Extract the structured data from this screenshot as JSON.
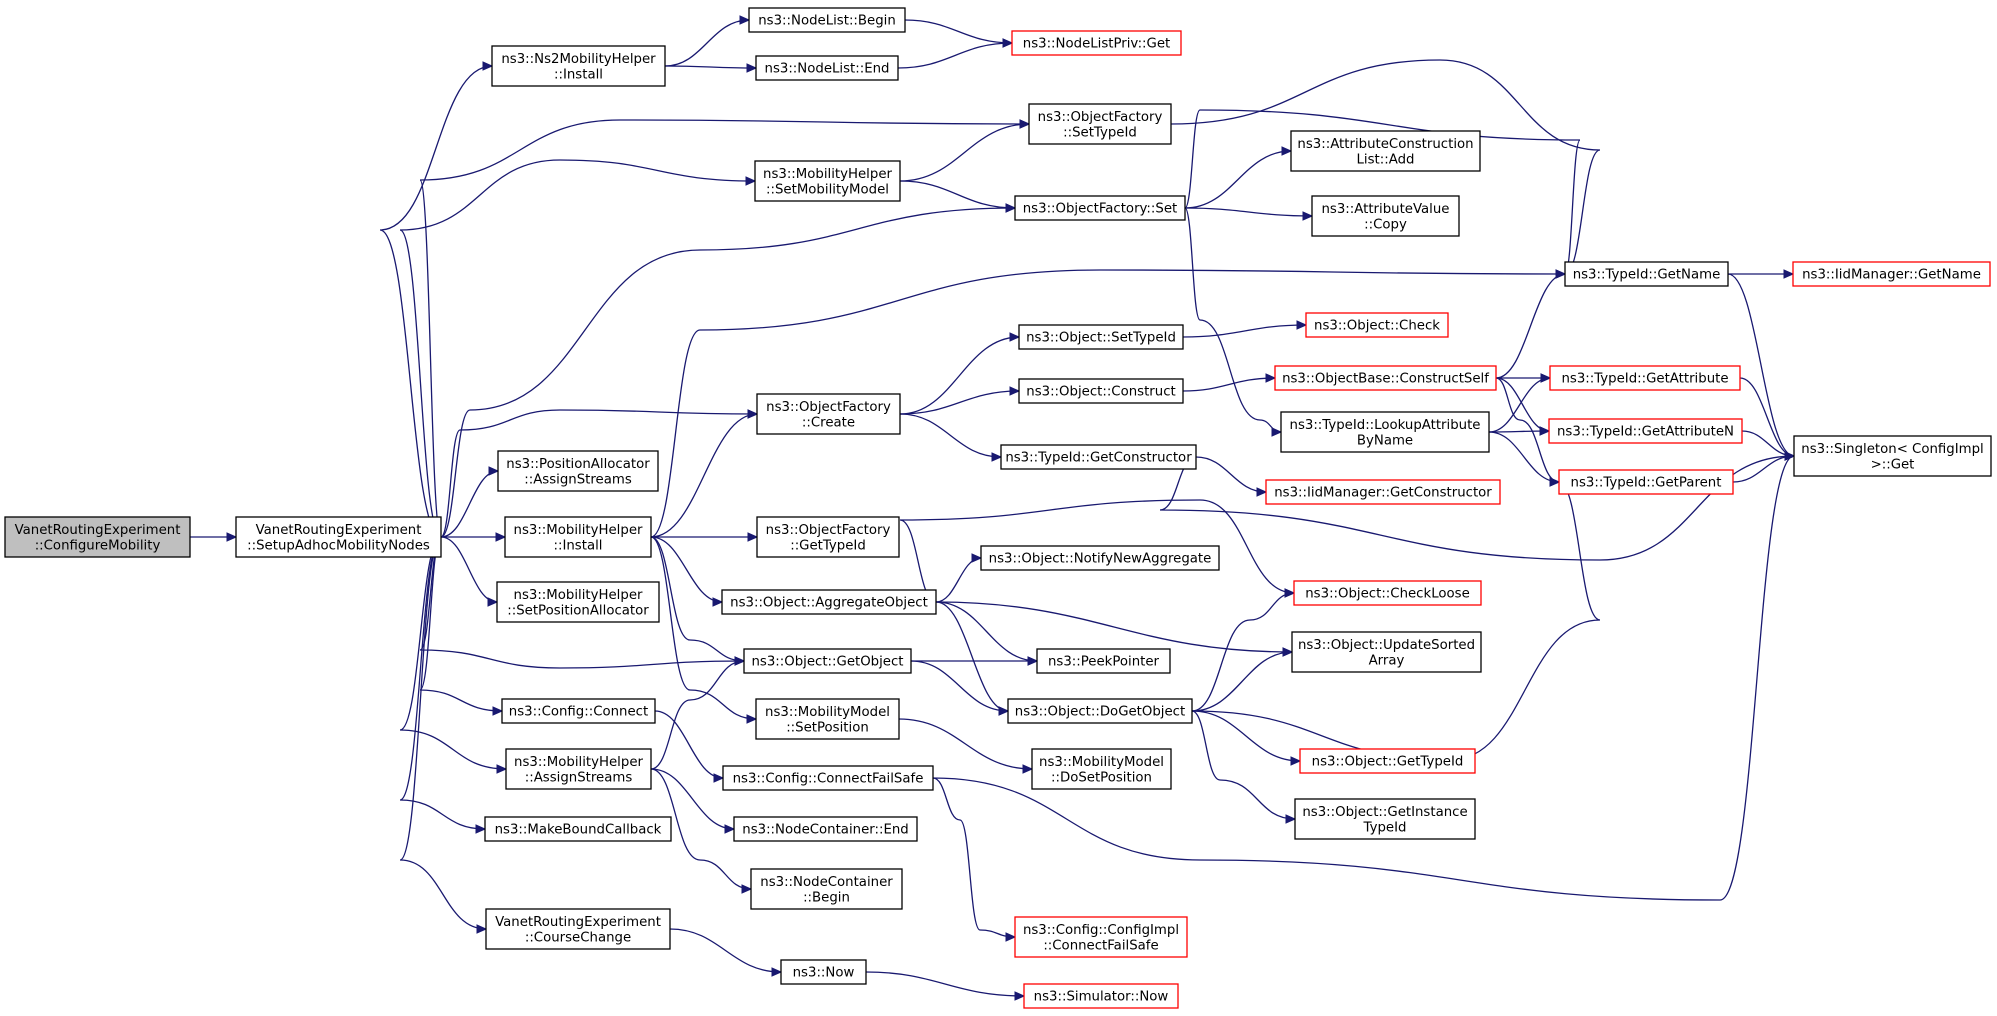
{
  "graph": {
    "colors": {
      "edge": "#191970",
      "node_border": "#000000",
      "external_border": "#ff0000",
      "root_fill": "#bfbfbf",
      "node_fill": "#ffffff"
    },
    "nodes": [
      {
        "id": "configure-mobility",
        "kind": "root",
        "lines": [
          "VanetRoutingExperiment",
          "::ConfigureMobility"
        ]
      },
      {
        "id": "setup-adhoc",
        "kind": "normal",
        "lines": [
          "VanetRoutingExperiment",
          "::SetupAdhocMobilityNodes"
        ]
      },
      {
        "id": "ns2-install",
        "kind": "normal",
        "lines": [
          "ns3::Ns2MobilityHelper",
          "::Install"
        ]
      },
      {
        "id": "nodelist-begin",
        "kind": "normal",
        "lines": [
          "ns3::NodeList::Begin"
        ]
      },
      {
        "id": "nodelist-end",
        "kind": "normal",
        "lines": [
          "ns3::NodeList::End"
        ]
      },
      {
        "id": "nodelistpriv-get",
        "kind": "external",
        "lines": [
          "ns3::NodeListPriv::Get"
        ]
      },
      {
        "id": "of-settypeid",
        "kind": "normal",
        "lines": [
          "ns3::ObjectFactory",
          "::SetTypeId"
        ]
      },
      {
        "id": "mh-setmobilitymodel",
        "kind": "normal",
        "lines": [
          "ns3::MobilityHelper",
          "::SetMobilityModel"
        ]
      },
      {
        "id": "of-set",
        "kind": "normal",
        "lines": [
          "ns3::ObjectFactory::Set"
        ]
      },
      {
        "id": "attrconst-add",
        "kind": "normal",
        "lines": [
          "ns3::AttributeConstruction",
          "List::Add"
        ]
      },
      {
        "id": "attrvalue-copy",
        "kind": "normal",
        "lines": [
          "ns3::AttributeValue",
          "::Copy"
        ]
      },
      {
        "id": "typeid-getname",
        "kind": "normal",
        "lines": [
          "ns3::TypeId::GetName"
        ]
      },
      {
        "id": "iidmanager-getname",
        "kind": "external",
        "lines": [
          "ns3::IidManager::GetName"
        ]
      },
      {
        "id": "object-settypeid",
        "kind": "normal",
        "lines": [
          "ns3::Object::SetTypeId"
        ]
      },
      {
        "id": "object-check",
        "kind": "external",
        "lines": [
          "ns3::Object::Check"
        ]
      },
      {
        "id": "of-create",
        "kind": "normal",
        "lines": [
          "ns3::ObjectFactory",
          "::Create"
        ]
      },
      {
        "id": "object-construct",
        "kind": "normal",
        "lines": [
          "ns3::Object::Construct"
        ]
      },
      {
        "id": "objectbase-constructself",
        "kind": "external",
        "lines": [
          "ns3::ObjectBase::ConstructSelf"
        ]
      },
      {
        "id": "typeid-getattribute",
        "kind": "external",
        "lines": [
          "ns3::TypeId::GetAttribute"
        ]
      },
      {
        "id": "typeid-lookupattribute",
        "kind": "normal",
        "lines": [
          "ns3::TypeId::LookupAttribute",
          "ByName"
        ]
      },
      {
        "id": "typeid-getattributen",
        "kind": "external",
        "lines": [
          "ns3::TypeId::GetAttributeN"
        ]
      },
      {
        "id": "singleton-get",
        "kind": "normal",
        "lines": [
          "ns3::Singleton< ConfigImpl",
          " >::Get"
        ]
      },
      {
        "id": "typeid-getconstructor",
        "kind": "normal",
        "lines": [
          "ns3::TypeId::GetConstructor"
        ]
      },
      {
        "id": "iidmanager-getconstructor",
        "kind": "external",
        "lines": [
          "ns3::IidManager::GetConstructor"
        ]
      },
      {
        "id": "typeid-getparent",
        "kind": "external",
        "lines": [
          "ns3::TypeId::GetParent"
        ]
      },
      {
        "id": "posalloc-assignstreams",
        "kind": "normal",
        "lines": [
          "ns3::PositionAllocator",
          "::AssignStreams"
        ]
      },
      {
        "id": "mh-install",
        "kind": "normal",
        "lines": [
          "ns3::MobilityHelper",
          "::Install"
        ]
      },
      {
        "id": "of-gettypeid",
        "kind": "normal",
        "lines": [
          "ns3::ObjectFactory",
          "::GetTypeId"
        ]
      },
      {
        "id": "object-notifynewaggregate",
        "kind": "normal",
        "lines": [
          "ns3::Object::NotifyNewAggregate"
        ]
      },
      {
        "id": "object-aggregateobject",
        "kind": "normal",
        "lines": [
          "ns3::Object::AggregateObject"
        ]
      },
      {
        "id": "object-checkloose",
        "kind": "external",
        "lines": [
          "ns3::Object::CheckLoose"
        ]
      },
      {
        "id": "mh-setpositionallocator",
        "kind": "normal",
        "lines": [
          "ns3::MobilityHelper",
          "::SetPositionAllocator"
        ]
      },
      {
        "id": "object-updatesortedarray",
        "kind": "normal",
        "lines": [
          "ns3::Object::UpdateSorted",
          "Array"
        ]
      },
      {
        "id": "object-getobject",
        "kind": "normal",
        "lines": [
          "ns3::Object::GetObject"
        ]
      },
      {
        "id": "peekpointer",
        "kind": "normal",
        "lines": [
          "ns3::PeekPointer"
        ]
      },
      {
        "id": "config-connect",
        "kind": "normal",
        "lines": [
          "ns3::Config::Connect"
        ]
      },
      {
        "id": "mm-setposition",
        "kind": "normal",
        "lines": [
          "ns3::MobilityModel",
          "::SetPosition"
        ]
      },
      {
        "id": "object-dogetobject",
        "kind": "normal",
        "lines": [
          "ns3::Object::DoGetObject"
        ]
      },
      {
        "id": "mh-assignstreams",
        "kind": "normal",
        "lines": [
          "ns3::MobilityHelper",
          "::AssignStreams"
        ]
      },
      {
        "id": "config-connectfailsafe",
        "kind": "normal",
        "lines": [
          "ns3::Config::ConnectFailSafe"
        ]
      },
      {
        "id": "mm-dosetposition",
        "kind": "normal",
        "lines": [
          "ns3::MobilityModel",
          "::DoSetPosition"
        ]
      },
      {
        "id": "object-gettypeid",
        "kind": "external",
        "lines": [
          "ns3::Object::GetTypeId"
        ]
      },
      {
        "id": "makeboundcallback",
        "kind": "normal",
        "lines": [
          "ns3::MakeBoundCallback"
        ]
      },
      {
        "id": "nodecontainer-end",
        "kind": "normal",
        "lines": [
          "ns3::NodeContainer::End"
        ]
      },
      {
        "id": "object-getinstancetypeid",
        "kind": "normal",
        "lines": [
          "ns3::Object::GetInstance",
          "TypeId"
        ]
      },
      {
        "id": "nodecontainer-begin",
        "kind": "normal",
        "lines": [
          "ns3::NodeContainer",
          "::Begin"
        ]
      },
      {
        "id": "configimpl-connectfailsafe",
        "kind": "external",
        "lines": [
          "ns3::Config::ConfigImpl",
          "::ConnectFailSafe"
        ]
      },
      {
        "id": "vre-coursechange",
        "kind": "normal",
        "lines": [
          "VanetRoutingExperiment",
          "::CourseChange"
        ]
      },
      {
        "id": "ns3-now",
        "kind": "normal",
        "lines": [
          "ns3::Now"
        ]
      },
      {
        "id": "simulator-now",
        "kind": "external",
        "lines": [
          "ns3::Simulator::Now"
        ]
      }
    ],
    "edges": [
      [
        "configure-mobility",
        "setup-adhoc"
      ],
      [
        "setup-adhoc",
        "ns2-install"
      ],
      [
        "setup-adhoc",
        "of-settypeid"
      ],
      [
        "setup-adhoc",
        "mh-setmobilitymodel"
      ],
      [
        "setup-adhoc",
        "of-set"
      ],
      [
        "setup-adhoc",
        "of-create"
      ],
      [
        "setup-adhoc",
        "posalloc-assignstreams"
      ],
      [
        "setup-adhoc",
        "mh-install"
      ],
      [
        "setup-adhoc",
        "mh-setpositionallocator"
      ],
      [
        "setup-adhoc",
        "object-getobject"
      ],
      [
        "setup-adhoc",
        "config-connect"
      ],
      [
        "setup-adhoc",
        "mh-assignstreams"
      ],
      [
        "setup-adhoc",
        "makeboundcallback"
      ],
      [
        "setup-adhoc",
        "vre-coursechange"
      ],
      [
        "ns2-install",
        "nodelist-begin"
      ],
      [
        "ns2-install",
        "nodelist-end"
      ],
      [
        "nodelist-begin",
        "nodelistpriv-get"
      ],
      [
        "nodelist-end",
        "nodelistpriv-get"
      ],
      [
        "of-settypeid",
        "typeid-getname"
      ],
      [
        "mh-setmobilitymodel",
        "of-settypeid"
      ],
      [
        "mh-setmobilitymodel",
        "of-set"
      ],
      [
        "of-set",
        "typeid-getname"
      ],
      [
        "of-set",
        "attrconst-add"
      ],
      [
        "of-set",
        "attrvalue-copy"
      ],
      [
        "of-set",
        "typeid-lookupattribute"
      ],
      [
        "typeid-getname",
        "iidmanager-getname"
      ],
      [
        "typeid-getname",
        "singleton-get"
      ],
      [
        "of-create",
        "object-settypeid"
      ],
      [
        "of-create",
        "object-construct"
      ],
      [
        "of-create",
        "typeid-getconstructor"
      ],
      [
        "object-settypeid",
        "object-check"
      ],
      [
        "object-construct",
        "objectbase-constructself"
      ],
      [
        "objectbase-constructself",
        "typeid-getname"
      ],
      [
        "objectbase-constructself",
        "typeid-getattribute"
      ],
      [
        "objectbase-constructself",
        "typeid-getattributen"
      ],
      [
        "objectbase-constructself",
        "typeid-getparent"
      ],
      [
        "typeid-lookupattribute",
        "typeid-getattribute"
      ],
      [
        "typeid-lookupattribute",
        "typeid-getattributen"
      ],
      [
        "typeid-lookupattribute",
        "typeid-getparent"
      ],
      [
        "typeid-getattribute",
        "singleton-get"
      ],
      [
        "typeid-getattributen",
        "singleton-get"
      ],
      [
        "typeid-getparent",
        "singleton-get"
      ],
      [
        "typeid-getconstructor",
        "iidmanager-getconstructor"
      ],
      [
        "typeid-getconstructor",
        "singleton-get"
      ],
      [
        "mh-install",
        "typeid-getname"
      ],
      [
        "mh-install",
        "of-create"
      ],
      [
        "mh-install",
        "of-gettypeid"
      ],
      [
        "mh-install",
        "object-aggregateobject"
      ],
      [
        "mh-install",
        "object-getobject"
      ],
      [
        "mh-install",
        "mm-setposition"
      ],
      [
        "object-aggregateobject",
        "object-notifynewaggregate"
      ],
      [
        "object-aggregateobject",
        "object-checkloose"
      ],
      [
        "object-aggregateobject",
        "object-updatesortedarray"
      ],
      [
        "object-aggregateobject",
        "peekpointer"
      ],
      [
        "object-aggregateobject",
        "object-dogetobject"
      ],
      [
        "object-getobject",
        "peekpointer"
      ],
      [
        "object-getobject",
        "object-dogetobject"
      ],
      [
        "object-dogetobject",
        "object-checkloose"
      ],
      [
        "object-dogetobject",
        "object-updatesortedarray"
      ],
      [
        "object-dogetobject",
        "typeid-getparent"
      ],
      [
        "object-dogetobject",
        "object-gettypeid"
      ],
      [
        "object-dogetobject",
        "object-getinstancetypeid"
      ],
      [
        "mm-setposition",
        "mm-dosetposition"
      ],
      [
        "config-connect",
        "config-connectfailsafe"
      ],
      [
        "config-connectfailsafe",
        "configimpl-connectfailsafe"
      ],
      [
        "config-connectfailsafe",
        "singleton-get"
      ],
      [
        "mh-assignstreams",
        "object-getobject"
      ],
      [
        "mh-assignstreams",
        "nodecontainer-end"
      ],
      [
        "mh-assignstreams",
        "nodecontainer-begin"
      ],
      [
        "vre-coursechange",
        "ns3-now"
      ],
      [
        "ns3-now",
        "simulator-now"
      ]
    ]
  }
}
